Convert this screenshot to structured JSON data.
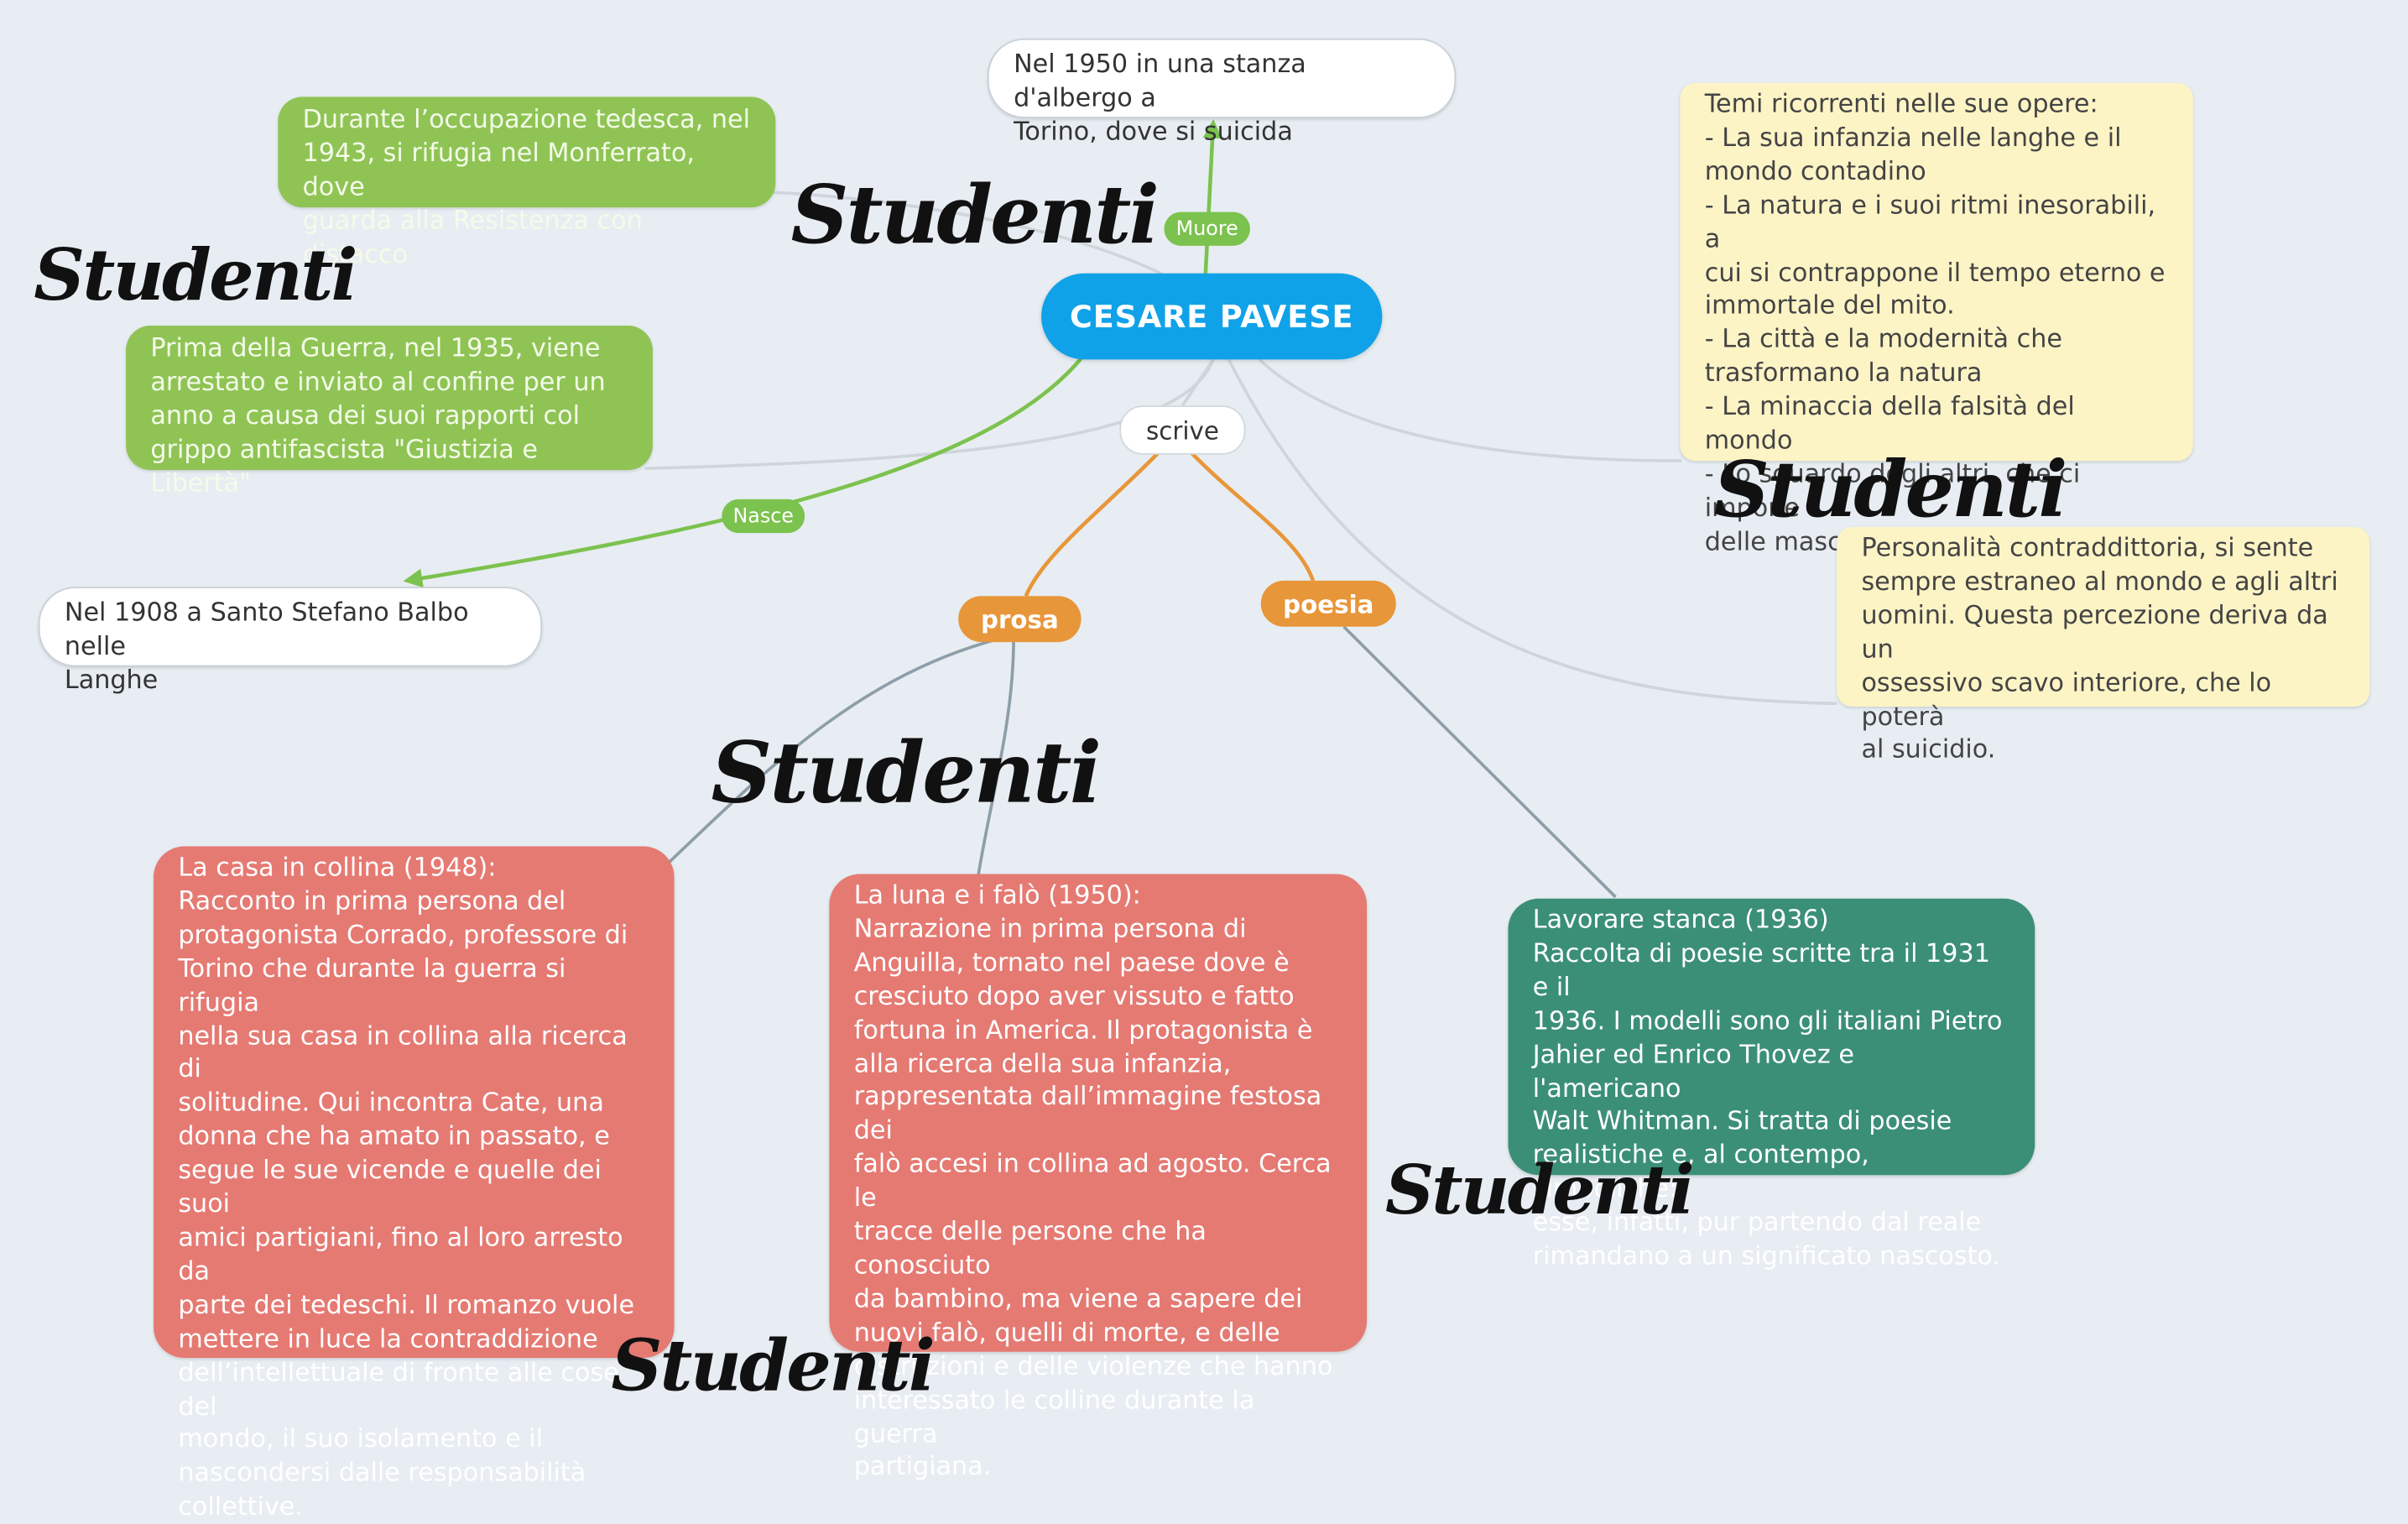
{
  "central": "CESARE PAVESE",
  "relation_scrive": "scrive",
  "label_muore": "Muore",
  "label_nasce": "Nasce",
  "prosa": "prosa",
  "poesia": "poesia",
  "death": "Nel 1950 in una stanza d'albergo a\nTorino, dove si suicida",
  "birth": "Nel 1908 a Santo Stefano Balbo nelle\nLanghe",
  "occupation": "Durante l’occupazione tedesca, nel\n1943, si rifugia nel Monferrato, dove\nguarda alla Resistenza con distacco",
  "before_war": "Prima della Guerra, nel 1935, viene\narrestato e inviato al confine per un\nanno a causa dei suoi rapporti col\ngrippo antifascista \"Giustizia e Libertà\"",
  "themes": "Temi ricorrenti nelle sue opere:\n- La sua infanzia nelle langhe e il\nmondo contadino\n- La natura e i suoi ritmi inesorabili, a\ncui si contrappone il tempo eterno e\nimmortale del mito.\n- La città e la modernità che\ntrasformano la natura\n- La minaccia della falsità del mondo\n- Lo sguardo degli altri, che ci impone\ndelle maschere",
  "personality": "Personalità contraddittoria, si sente\nsempre estraneo al mondo e agli altri\nuomini. Questa percezione deriva da un\nossessivo scavo interiore, che lo poterà\nal suicidio.",
  "casa_collina": "La casa in collina (1948):\nRacconto in prima persona del\nprotagonista Corrado, professore di\nTorino che durante la guerra si rifugia\nnella sua casa in collina alla ricerca di\nsolitudine. Qui incontra Cate, una\ndonna che ha amato in passato, e\nsegue le sue vicende e quelle dei suoi\namici partigiani, fino al loro arresto da\nparte dei tedeschi. Il romanzo vuole\nmettere in luce la contraddizione\ndell’intellettuale di fronte alle cose del\nmondo, il suo isolamento e il\nnascondersi dalle responsabilità\ncollettive.",
  "luna_falo": "La luna e i falò (1950):\nNarrazione in prima persona di\nAnguilla, tornato nel paese dove è\ncresciuto dopo aver vissuto e fatto\nfortuna in America. Il protagonista è\nalla ricerca della sua infanzia,\nrappresentata dall’immagine festosa dei\nfalò accesi in collina ad agosto. Cerca le\ntracce delle persone che ha conosciuto\nda bambino, ma viene a sapere dei\nnuovi falò, quelli di morte, e delle\ndistruzioni e delle violenze che hanno\ninteressato le colline durante la guerra\npartigiana.",
  "lavorare_stanca": "Lavorare stanca (1936)\nRaccolta di poesie scritte tra il 1931 e il\n1936. I modelli sono gli italiani Pietro\nJahier ed Enrico Thovez e l'americano\nWalt Whitman. Si tratta di poesie\nrealistiche e, al contempo, simboliche:\nesse, infatti, pur partendo dal reale\nrimandano a un significato nascosto.",
  "watermark": "Studenti",
  "colors": {
    "central": "#10a2e8",
    "green_node": "#8fc455",
    "green_line": "#7cc24e",
    "yellow_node": "#fdf4c6",
    "red_node": "#e57a73",
    "teal_node": "#3b8f77",
    "orange": "#e8963a"
  }
}
